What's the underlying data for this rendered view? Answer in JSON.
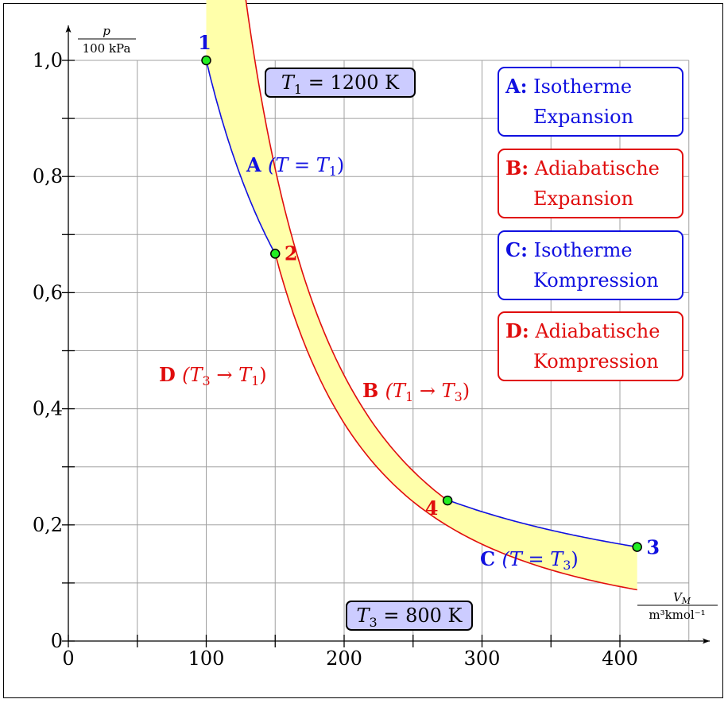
{
  "chart_data": {
    "type": "line",
    "y_axis": {
      "label_numerator": "p",
      "label_denominator": "100 kPa",
      "ticks": [
        {
          "value": 0,
          "label": "0"
        },
        {
          "value": 0.2,
          "label": "0,2"
        },
        {
          "value": 0.4,
          "label": "0,4"
        },
        {
          "value": 0.6,
          "label": "0,6"
        },
        {
          "value": 0.8,
          "label": "0,8"
        },
        {
          "value": 1.0,
          "label": "1,0"
        }
      ],
      "minor_ticks": [
        0.1,
        0.3,
        0.5,
        0.7,
        0.9
      ],
      "range": [
        0,
        1.0
      ]
    },
    "x_axis": {
      "label_numerator": "V",
      "label_numerator_sub": "M",
      "label_denominator": "m³kmol⁻¹",
      "ticks": [
        {
          "value": 0,
          "label": "0"
        },
        {
          "value": 100,
          "label": "100"
        },
        {
          "value": 200,
          "label": "200"
        },
        {
          "value": 300,
          "label": "300"
        },
        {
          "value": 400,
          "label": "400"
        }
      ],
      "minor_ticks": [
        50,
        150,
        250,
        350
      ],
      "range": [
        0,
        450
      ]
    },
    "grid": true,
    "gamma": 2.0,
    "points": [
      {
        "id": "1",
        "x": 100,
        "y": 1.0,
        "color": "#1010e0"
      },
      {
        "id": "2",
        "x": 150,
        "y": 0.667,
        "color": "#e00d0d"
      },
      {
        "id": "3",
        "x": 412.5,
        "y": 0.162,
        "color": "#1010e0"
      },
      {
        "id": "4",
        "x": 275,
        "y": 0.242,
        "color": "#e00d0d"
      }
    ],
    "series": [
      {
        "name": "A",
        "kind": "isotherm",
        "from": "1",
        "to": "2",
        "color": "#1010e0"
      },
      {
        "name": "B",
        "kind": "adiabat",
        "from": "2",
        "to": "3",
        "color": "#e00d0d"
      },
      {
        "name": "C",
        "kind": "isotherm",
        "from": "3",
        "to": "4",
        "color": "#1010e0"
      },
      {
        "name": "D",
        "kind": "adiabat",
        "from": "4",
        "to": "1",
        "color": "#e00d0d"
      }
    ],
    "fill_color": "#ffffaa",
    "marker_color": "#22ee22",
    "curve_labels": [
      {
        "letter": "A",
        "text": "(T = T",
        "sub": "1",
        "close": ")",
        "color": "#1010e0"
      },
      {
        "letter": "B",
        "text": "(T",
        "sub": "1",
        "mid": " → T",
        "sub2": "3",
        "close": ")",
        "color": "#e00d0d"
      },
      {
        "letter": "C",
        "text": "(T = T",
        "sub": "3",
        "close": ")",
        "color": "#1010e0"
      },
      {
        "letter": "D",
        "text": "(T",
        "sub": "3",
        "mid": " → T",
        "sub2": "1",
        "close": ")",
        "color": "#e00d0d"
      }
    ]
  },
  "legend": [
    {
      "bold": "A:",
      "line1": "Isotherme",
      "line2": "Expansion",
      "color": "blue"
    },
    {
      "bold": "B:",
      "line1": "Adiabatische",
      "line2": "Expansion",
      "color": "red"
    },
    {
      "bold": "C:",
      "line1": "Isotherme",
      "line2": "Kompression",
      "color": "blue"
    },
    {
      "bold": "D:",
      "line1": "Adiabatische",
      "line2": "Kompression",
      "color": "red"
    }
  ],
  "temperatures": {
    "t1": {
      "symbol": "T",
      "sub": "1",
      "value": " = 1200 K"
    },
    "t3": {
      "symbol": "T",
      "sub": "3",
      "value": " = 800 K"
    }
  }
}
